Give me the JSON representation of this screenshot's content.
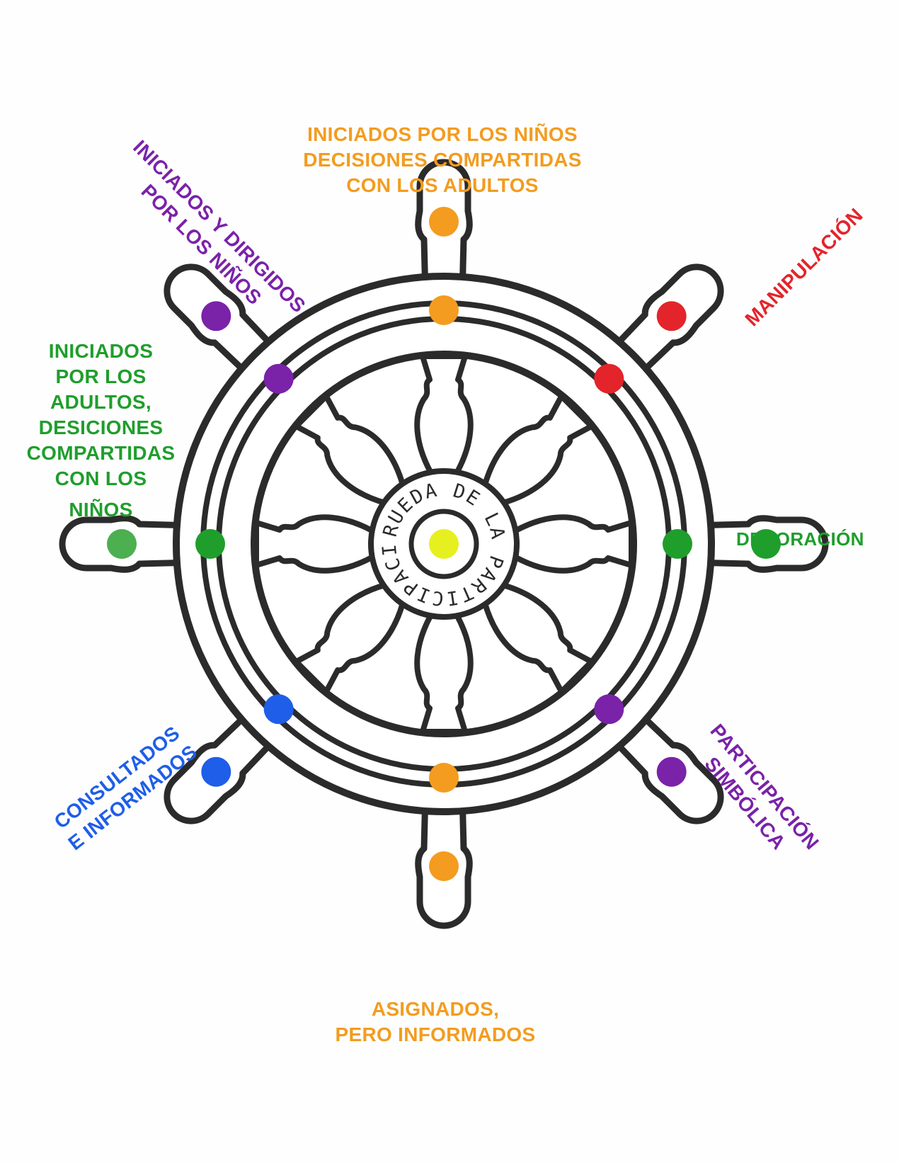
{
  "colors": {
    "orange": "#f39c1f",
    "purple": "#7a22a8",
    "red": "#e3242b",
    "green": "#1f9e2c",
    "light_green": "#4caf50",
    "blue": "#1e5ee8",
    "yellow": "#e6f020",
    "ink": "#2b2b2b"
  },
  "hub_text": "RUEDA DE LA PARTICIPACIÓN",
  "labels": {
    "top": [
      "INICIADOS POR LOS NIÑOS",
      "DECISIONES COMPARTIDAS",
      "CON LOS ADULTOS"
    ],
    "top_left": [
      "INICIADOS Y DIRIGIDOS",
      "POR LOS NIÑOS"
    ],
    "top_right": [
      "MANIPULACIÓN"
    ],
    "left": [
      "INICIADOS",
      "POR LOS",
      "ADULTOS,",
      "DESICIONES",
      "COMPARTIDAS",
      "CON LOS",
      "NIÑOS"
    ],
    "right": [
      "DECORACIÓN"
    ],
    "bottom_left": [
      "CONSULTADOS",
      "E INFORMADOS"
    ],
    "bottom_right": [
      "PARTICIPACIÓN",
      "SIMBÓLICA"
    ],
    "bottom": [
      "ASIGNADOS,",
      "PERO INFORMADOS"
    ]
  },
  "dots": [
    {
      "name": "dot-top-handle",
      "color": "orange"
    },
    {
      "name": "dot-top-rim",
      "color": "orange"
    },
    {
      "name": "dot-topright-handle",
      "color": "red"
    },
    {
      "name": "dot-topright-rim",
      "color": "red"
    },
    {
      "name": "dot-right-rim",
      "color": "green"
    },
    {
      "name": "dot-right-handle",
      "color": "green"
    },
    {
      "name": "dot-bottomright-rim",
      "color": "purple"
    },
    {
      "name": "dot-bottomright-handle",
      "color": "purple"
    },
    {
      "name": "dot-bottom-rim",
      "color": "orange"
    },
    {
      "name": "dot-bottom-handle",
      "color": "orange"
    },
    {
      "name": "dot-bottomleft-rim",
      "color": "blue"
    },
    {
      "name": "dot-bottomleft-handle",
      "color": "blue"
    },
    {
      "name": "dot-left-rim",
      "color": "green"
    },
    {
      "name": "dot-left-handle",
      "color": "light_green"
    },
    {
      "name": "dot-topleft-handle",
      "color": "purple"
    },
    {
      "name": "dot-topleft-rim",
      "color": "purple"
    },
    {
      "name": "dot-center",
      "color": "yellow"
    }
  ]
}
